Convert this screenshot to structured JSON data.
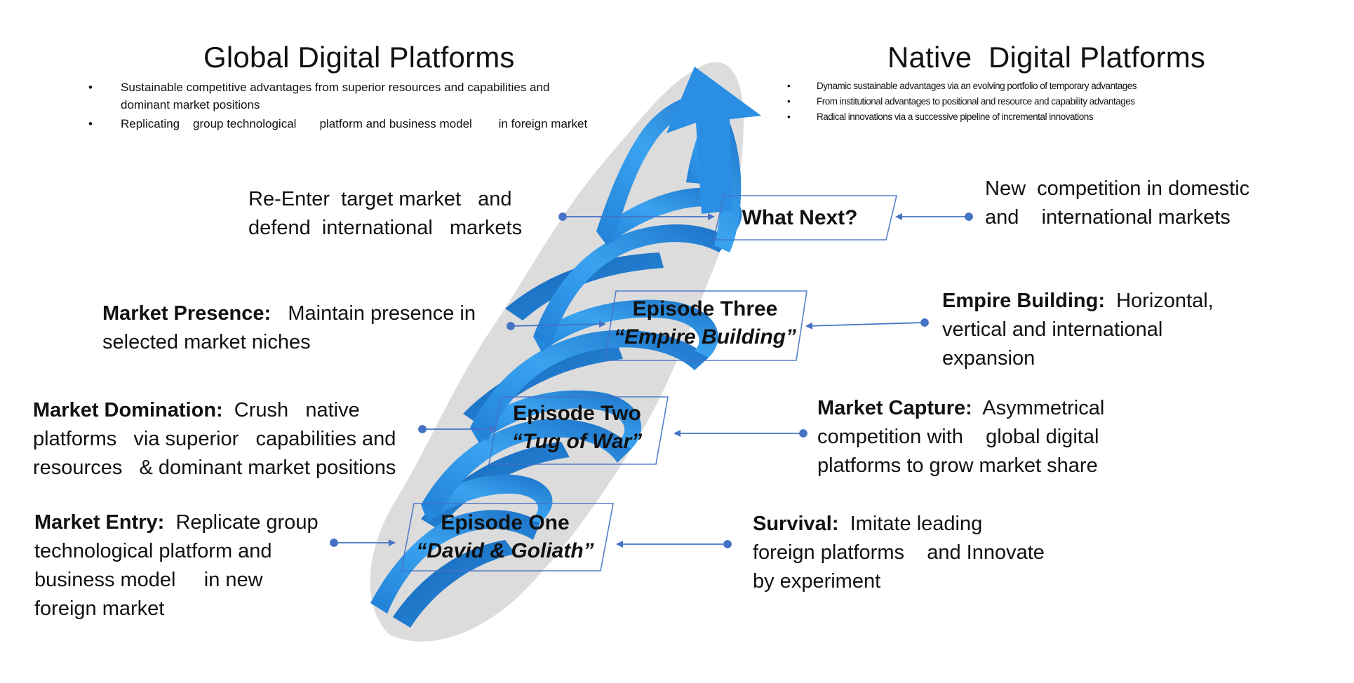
{
  "colors": {
    "ribbon": "#2f97e8",
    "ribbon_dark": "#1a6fc4",
    "ribbon_light": "#7cc6ff",
    "connector": "#4472c4",
    "shadow": "#c9c9c9"
  },
  "left_panel": {
    "title": "Global Digital Platforms",
    "bullets": [
      "Sustainable competitive advantages from superior resources and capabilities and dominant market positions",
      "Replicating    group technological       platform and business model        in foreign market"
    ]
  },
  "right_panel": {
    "title": "Native  Digital Platforms",
    "bullets": [
      "Dynamic sustainable advantages via an evolving portfolio of temporary advantages",
      "From institutional advantages to positional and resource and capability advantages",
      "Radical innovations via a successive pipeline of incremental innovations"
    ]
  },
  "episodes": {
    "next": {
      "line1": "What Next?"
    },
    "three": {
      "line1": "Episode Three",
      "line2": "“Empire Building”"
    },
    "two": {
      "line1": "Episode Two",
      "line2": "“Tug of War”"
    },
    "one": {
      "line1": "Episode One",
      "line2": "“David & Goliath”"
    }
  },
  "left_labels": {
    "reenter": {
      "text": "Re-Enter  target market   and defend  international   markets"
    },
    "presence": {
      "bold": "Market Presence:",
      "text": "   Maintain presence in selected market niches"
    },
    "domination": {
      "bold": "Market Domination:",
      "text": "  Crush   native platforms   via superior   capabilities and resources   & dominant market positions"
    },
    "entry": {
      "bold": "Market Entry:",
      "text": "  Replicate group technological platform and business model     in new foreign market"
    }
  },
  "right_labels": {
    "competition": {
      "text": "New  competition in domestic and    international markets"
    },
    "empire": {
      "bold": "Empire Building:",
      "text": "  Horizontal, vertical and international expansion"
    },
    "capture": {
      "bold": "Market Capture:",
      "text": "  Asymmetrical competition with    global digital platforms to grow market share"
    },
    "survival": {
      "bold": "Survival:",
      "text": "  Imitate leading foreign platforms    and Innovate by experiment"
    }
  }
}
